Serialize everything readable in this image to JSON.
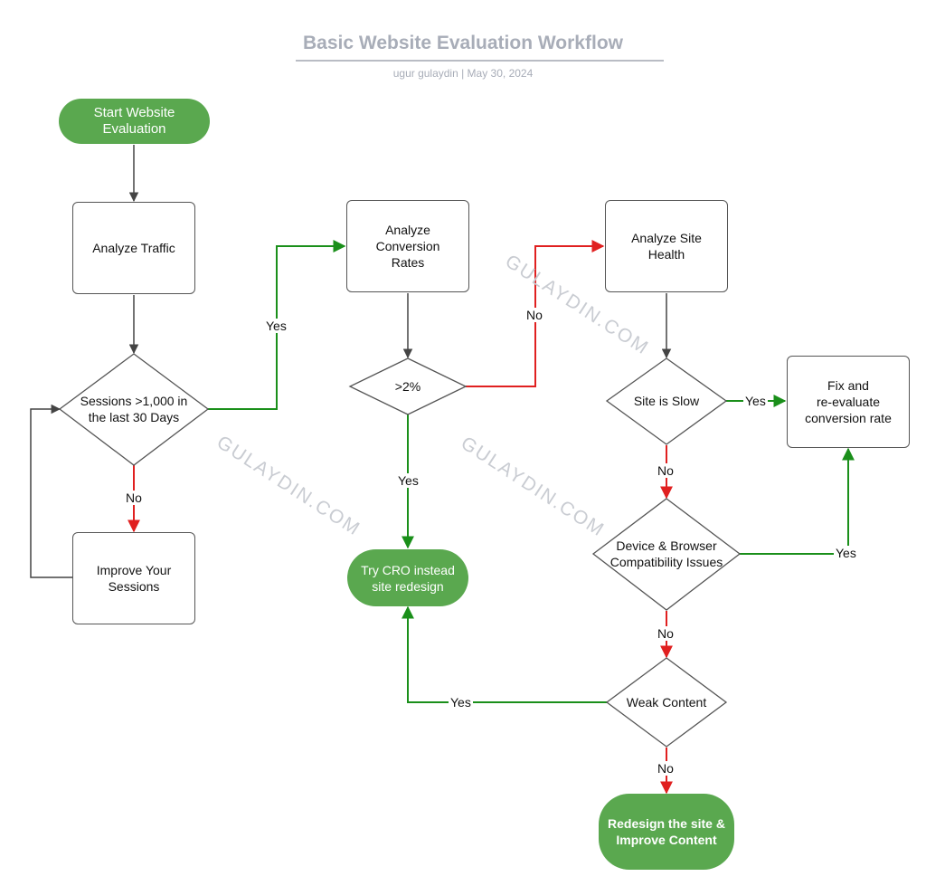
{
  "header": {
    "title": "Basic Website Evaluation Workflow",
    "subtitle": "ugur gulaydin  |  May 30, 2024"
  },
  "watermark": "GULAYDIN.COM",
  "colors": {
    "yes": "#1a8f1a",
    "no": "#e02020",
    "neutral": "#444444",
    "terminal": "#5aa84f"
  },
  "nodes": {
    "start": "Start Website\nEvaluation",
    "analyze_traffic": "Analyze Traffic",
    "sessions_check": "Sessions >1,000 in\nthe last 30 Days",
    "improve_sessions": "Improve Your\nSessions",
    "analyze_conversion": "Analyze\nConversion\nRates",
    "conversion_check": ">2%",
    "try_cro": "Try CRO instead\nsite redesign",
    "analyze_health": "Analyze Site\nHealth",
    "site_slow": "Site is Slow",
    "fix_reevaluate": "Fix and\nre-evaluate\nconversion rate",
    "device_browser": "Device & Browser\nCompatibility Issues",
    "weak_content": "Weak Content",
    "redesign": "Redesign the site &\nImprove Content"
  },
  "edges": {
    "sessions_yes": "Yes",
    "sessions_no": "No",
    "conversion_yes": "Yes",
    "conversion_no": "No",
    "slow_yes": "Yes",
    "slow_no": "No",
    "device_yes": "Yes",
    "device_no": "No",
    "content_yes": "Yes",
    "content_no": "No"
  }
}
